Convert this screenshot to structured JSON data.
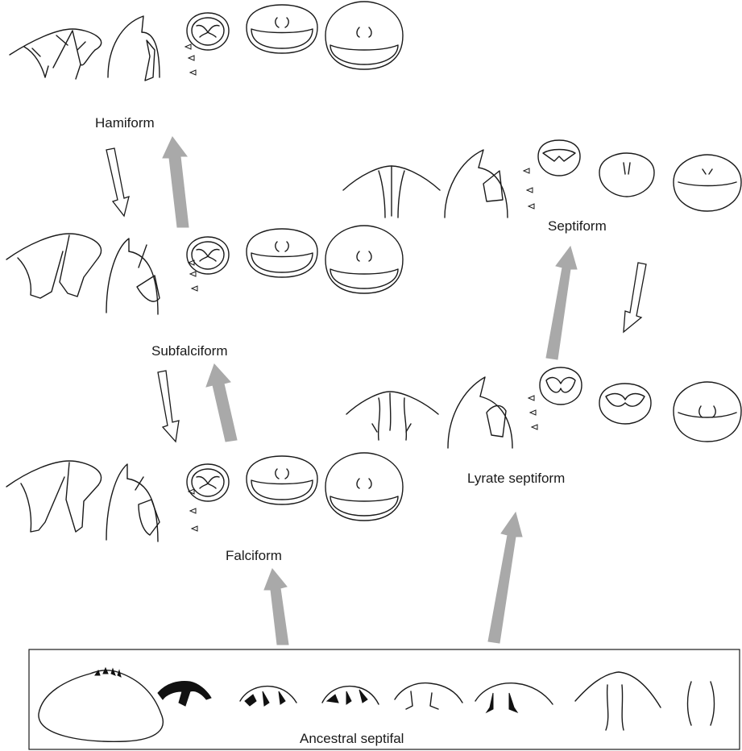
{
  "labels": {
    "hamiform": "Hamiform",
    "subfalciform": "Subfalciform",
    "falciform": "Falciform",
    "septiform": "Septiform",
    "lyrate_septiform": "Lyrate septiform",
    "ancestral": "Ancestral septifal"
  },
  "colors": {
    "ink": "#1a1a1a",
    "solid_arrow": "#a9a9a9",
    "open_arrow_fill": "#ffffff"
  },
  "arrows": [
    {
      "from": "hamiform",
      "to": "subfalciform",
      "style": "open"
    },
    {
      "from": "subfalciform",
      "to": "hamiform",
      "style": "solid"
    },
    {
      "from": "subfalciform",
      "to": "falciform",
      "style": "open"
    },
    {
      "from": "falciform",
      "to": "subfalciform",
      "style": "solid"
    },
    {
      "from": "ancestral",
      "to": "falciform",
      "style": "solid"
    },
    {
      "from": "ancestral",
      "to": "lyrate_septiform",
      "style": "solid"
    },
    {
      "from": "lyrate_septiform",
      "to": "septiform",
      "style": "solid"
    },
    {
      "from": "septiform",
      "to": "lyrate_septiform",
      "style": "open"
    }
  ]
}
